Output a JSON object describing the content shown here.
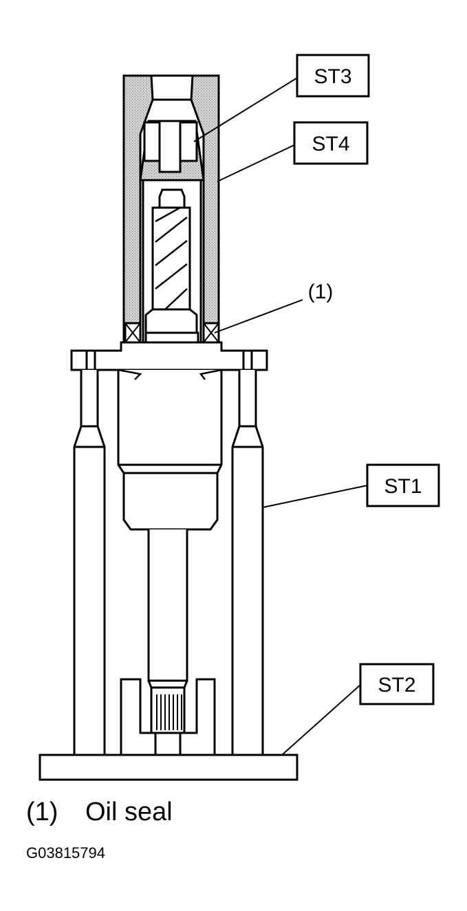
{
  "callouts": {
    "st3": "ST3",
    "st4": "ST4",
    "st1": "ST1",
    "st2": "ST2",
    "item1": "(1)"
  },
  "legend": {
    "number": "(1)",
    "text": "Oil seal"
  },
  "figure_id": "G03815794"
}
